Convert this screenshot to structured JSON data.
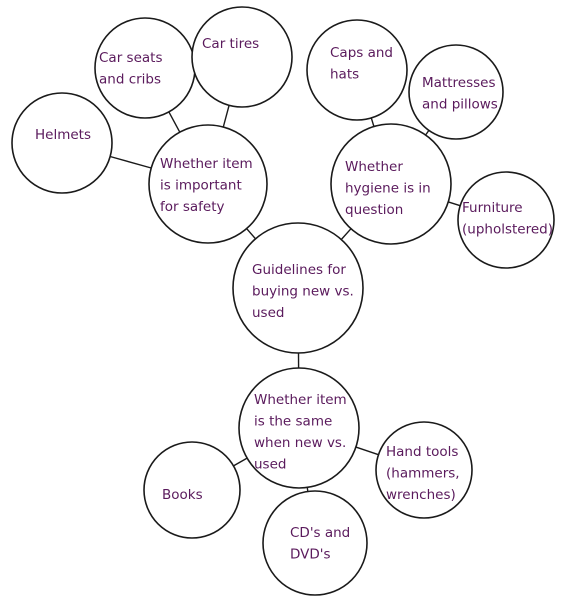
{
  "text_color": "#5a1a5c",
  "line_color": "#1a1a1a",
  "center": {
    "id": "center",
    "lines": [
      "Guidelines for",
      "buying new vs.",
      "used"
    ]
  },
  "categories": [
    {
      "id": "safety",
      "lines": [
        "Whether item",
        "is important",
        "for safety"
      ],
      "examples": [
        {
          "id": "helmets",
          "lines": [
            "Helmets"
          ]
        },
        {
          "id": "car-seats",
          "lines": [
            "Car seats",
            "and cribs"
          ]
        },
        {
          "id": "car-tires",
          "lines": [
            "Car tires"
          ]
        }
      ]
    },
    {
      "id": "hygiene",
      "lines": [
        "Whether",
        "hygiene is in",
        "question"
      ],
      "examples": [
        {
          "id": "caps",
          "lines": [
            "Caps and",
            "hats"
          ]
        },
        {
          "id": "mattresses",
          "lines": [
            "Mattresses",
            "and pillows"
          ]
        },
        {
          "id": "furniture",
          "lines": [
            "Furniture",
            "(upholstered)"
          ]
        }
      ]
    },
    {
      "id": "same",
      "lines": [
        "Whether item",
        "is the same",
        "when new vs.",
        "used"
      ],
      "examples": [
        {
          "id": "books",
          "lines": [
            "Books"
          ]
        },
        {
          "id": "cds",
          "lines": [
            "CD's and",
            "DVD's"
          ]
        },
        {
          "id": "hand-tools",
          "lines": [
            "Hand tools",
            "(hammers,",
            "wrenches)"
          ]
        }
      ]
    }
  ]
}
